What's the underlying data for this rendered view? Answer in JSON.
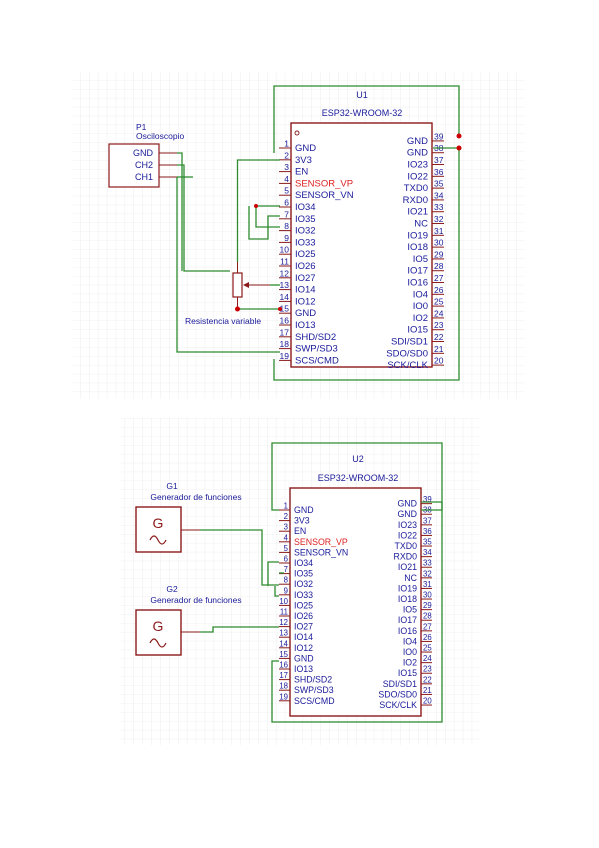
{
  "schematic_top": {
    "component": {
      "ref": "U1",
      "value": "ESP32-WROOM-32",
      "left_pins": [
        {
          "num": "1",
          "name": "GND"
        },
        {
          "num": "2",
          "name": "3V3"
        },
        {
          "num": "3",
          "name": "EN"
        },
        {
          "num": "4",
          "name": "SENSOR_VP"
        },
        {
          "num": "5",
          "name": "SENSOR_VN"
        },
        {
          "num": "6",
          "name": "IO34"
        },
        {
          "num": "7",
          "name": "IO35"
        },
        {
          "num": "8",
          "name": "IO32"
        },
        {
          "num": "9",
          "name": "IO33"
        },
        {
          "num": "10",
          "name": "IO25"
        },
        {
          "num": "11",
          "name": "IO26"
        },
        {
          "num": "12",
          "name": "IO27"
        },
        {
          "num": "13",
          "name": "IO14"
        },
        {
          "num": "14",
          "name": "IO12"
        },
        {
          "num": "15",
          "name": "GND"
        },
        {
          "num": "16",
          "name": "IO13"
        },
        {
          "num": "17",
          "name": "SHD/SD2"
        },
        {
          "num": "18",
          "name": "SWP/SD3"
        },
        {
          "num": "19",
          "name": "SCS/CMD"
        }
      ],
      "right_pins": [
        {
          "num": "39",
          "name": "GND"
        },
        {
          "num": "38",
          "name": "GND"
        },
        {
          "num": "37",
          "name": "IO23"
        },
        {
          "num": "36",
          "name": "IO22"
        },
        {
          "num": "35",
          "name": "TXD0"
        },
        {
          "num": "34",
          "name": "RXD0"
        },
        {
          "num": "33",
          "name": "IO21"
        },
        {
          "num": "32",
          "name": "NC"
        },
        {
          "num": "31",
          "name": "IO19"
        },
        {
          "num": "30",
          "name": "IO18"
        },
        {
          "num": "29",
          "name": "IO5"
        },
        {
          "num": "28",
          "name": "IO17"
        },
        {
          "num": "27",
          "name": "IO16"
        },
        {
          "num": "26",
          "name": "IO4"
        },
        {
          "num": "25",
          "name": "IO0"
        },
        {
          "num": "24",
          "name": "IO2"
        },
        {
          "num": "23",
          "name": "IO15"
        },
        {
          "num": "22",
          "name": "SDI/SD1"
        },
        {
          "num": "21",
          "name": "SDO/SD0"
        },
        {
          "num": "20",
          "name": "SCK/CLK"
        }
      ]
    },
    "scope": {
      "ref": "P1",
      "value": "Osciloscopio",
      "pins": [
        "GND",
        "CH2",
        "CH1"
      ]
    },
    "pot_label": "Resistencia variable"
  },
  "schematic_bottom": {
    "component": {
      "ref": "U2",
      "value": "ESP32-WROOM-32",
      "left_pins": [
        {
          "num": "1",
          "name": "GND"
        },
        {
          "num": "2",
          "name": "3V3"
        },
        {
          "num": "3",
          "name": "EN"
        },
        {
          "num": "4",
          "name": "SENSOR_VP"
        },
        {
          "num": "5",
          "name": "SENSOR_VN"
        },
        {
          "num": "6",
          "name": "IO34"
        },
        {
          "num": "7",
          "name": "IO35"
        },
        {
          "num": "8",
          "name": "IO32"
        },
        {
          "num": "9",
          "name": "IO33"
        },
        {
          "num": "10",
          "name": "IO25"
        },
        {
          "num": "11",
          "name": "IO26"
        },
        {
          "num": "12",
          "name": "IO27"
        },
        {
          "num": "13",
          "name": "IO14"
        },
        {
          "num": "14",
          "name": "IO12"
        },
        {
          "num": "15",
          "name": "GND"
        },
        {
          "num": "16",
          "name": "IO13"
        },
        {
          "num": "17",
          "name": "SHD/SD2"
        },
        {
          "num": "18",
          "name": "SWP/SD3"
        },
        {
          "num": "19",
          "name": "SCS/CMD"
        }
      ],
      "right_pins": [
        {
          "num": "39",
          "name": "GND"
        },
        {
          "num": "38",
          "name": "GND"
        },
        {
          "num": "37",
          "name": "IO23"
        },
        {
          "num": "36",
          "name": "IO22"
        },
        {
          "num": "35",
          "name": "TXD0"
        },
        {
          "num": "34",
          "name": "RXD0"
        },
        {
          "num": "33",
          "name": "IO21"
        },
        {
          "num": "32",
          "name": "NC"
        },
        {
          "num": "31",
          "name": "IO19"
        },
        {
          "num": "30",
          "name": "IO18"
        },
        {
          "num": "29",
          "name": "IO5"
        },
        {
          "num": "28",
          "name": "IO17"
        },
        {
          "num": "27",
          "name": "IO16"
        },
        {
          "num": "26",
          "name": "IO4"
        },
        {
          "num": "25",
          "name": "IO0"
        },
        {
          "num": "24",
          "name": "IO2"
        },
        {
          "num": "23",
          "name": "IO15"
        },
        {
          "num": "22",
          "name": "SDI/SD1"
        },
        {
          "num": "21",
          "name": "SDO/SD0"
        },
        {
          "num": "20",
          "name": "SCK/CLK"
        }
      ]
    },
    "gen1": {
      "ref": "G1",
      "value": "Generador de funciones"
    },
    "gen2": {
      "ref": "G2",
      "value": "Generador de funciones"
    }
  },
  "colors": {
    "grid": "#e2e2e2",
    "body": "#8b1a1a",
    "pin": "#8b1a1a",
    "text": "#1a1a9a",
    "wire": "#2e8b2e",
    "junction": "#cc0000",
    "red_text": "#dd2222"
  }
}
